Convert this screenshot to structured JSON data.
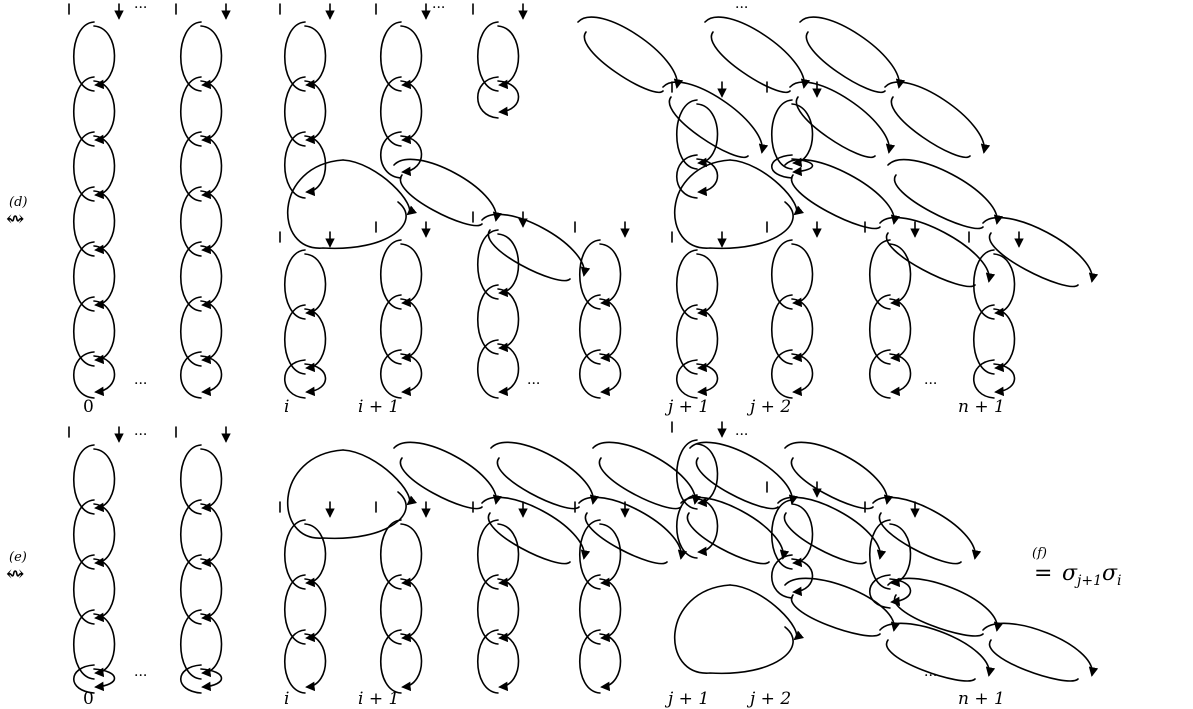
{
  "diagram": {
    "rows": [
      {
        "id": "row-d",
        "relation": "(d)",
        "relation_symbol": "↭",
        "labels": {
          "s0": "0",
          "si": "i",
          "si1": "i + 1",
          "sj1": "j + 1",
          "sj2": "j + 2",
          "sn1": "n + 1"
        }
      },
      {
        "id": "row-e",
        "relation": "(e)",
        "relation_symbol": "↭",
        "labels": {
          "s0": "0",
          "si": "i",
          "si1": "i + 1",
          "sj1": "j + 1",
          "sj2": "j + 2",
          "sn1": "n + 1"
        }
      }
    ],
    "ellipsis": "···",
    "final_relation": "(f)",
    "final_symbol": "=",
    "result": "σ",
    "result_sub1": "j+1",
    "result_sub2": "i"
  }
}
